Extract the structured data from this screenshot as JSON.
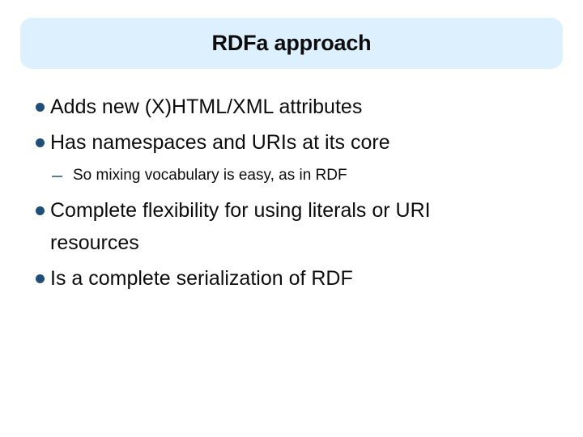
{
  "slide": {
    "title": "RDFa approach",
    "title_background": "#dcf0fd",
    "title_color": "#0d0d0d",
    "background": "#ffffff",
    "bullet_color": "#1f4e79",
    "subbullet_dash_color": "#5b7c99",
    "body_text_color": "#0d0d0d",
    "bullets": [
      {
        "level": 1,
        "marker": "filled-circle-bullet",
        "text": "Adds new (X)HTML/XML attributes"
      },
      {
        "level": 1,
        "marker": "filled-circle-bullet",
        "text": "Has namespaces and URIs at its core"
      },
      {
        "level": 2,
        "marker": "dash-bullet",
        "text": "So mixing vocabulary is easy, as in RDF"
      },
      {
        "level": 1,
        "marker": "filled-circle-bullet",
        "text": "Complete flexibility for using literals or URI resources"
      },
      {
        "level": 1,
        "marker": "filled-circle-bullet",
        "text": "Is a complete serialization of RDF"
      }
    ]
  }
}
